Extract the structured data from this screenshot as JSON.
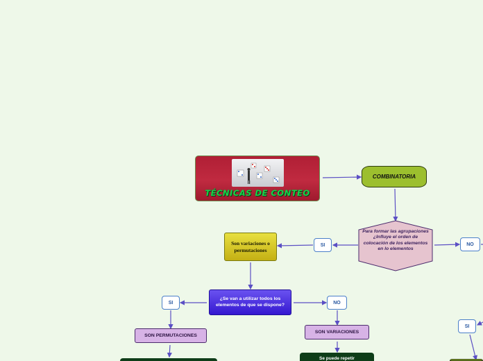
{
  "root": {
    "title": "TÉCNICAS DE CONTEO",
    "image": "dice-and-figures-picture"
  },
  "combinatoria": {
    "label": "COMBINATORIA"
  },
  "question1": {
    "text": "Para formar las agrupaciones ¿Influye el orden de colocación de los elementos en lo elementos"
  },
  "answers": {
    "si_left": "SI",
    "no_right": "NO",
    "si_lower": "SI",
    "no_lower": "NO",
    "si_far": "SI"
  },
  "variaciones_o_perm": {
    "text": "Son variaciones o permutaciones"
  },
  "question2": {
    "text": "¿Se van a utilizar todos los elementos de que se dispone?"
  },
  "son_permutaciones": {
    "label": "SON PERMUTACIONES"
  },
  "son_variaciones": {
    "label": "SON VARIACIONES"
  },
  "se_puede_repetir": {
    "text": "Se puede repetir"
  },
  "colors": {
    "background": "#eef8e9",
    "connector": "#5b4fc4",
    "root": "#b01f35",
    "combinatoria": "#9cbf2e",
    "hexagon": "#e6c4cf",
    "yellow": "#d8cc2a",
    "blue": "#4a30e0",
    "lavender": "#d7b3e6",
    "dark_green": "#0e3d18"
  }
}
